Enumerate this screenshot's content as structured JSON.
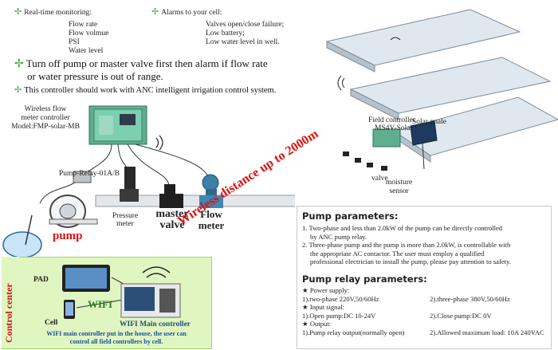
{
  "monitoring": {
    "title": "Real-time monitoring:",
    "items": [
      "Flow rate",
      "Flow volmue",
      "PSI",
      "Water level"
    ]
  },
  "alarms": {
    "title": "Alarms to your cell:",
    "items": [
      "Valves open/close failure;",
      "Low battery;",
      "Low water level in well."
    ]
  },
  "notice": {
    "line1": "Turn off pump or master valve first then alarm if flow rate",
    "line2": "or water pressure is out of range.",
    "line3": "This controller should work with ANC intelligent irrigation control system."
  },
  "meter_controller": {
    "line1": "Wireless flow",
    "line2": "meter controller",
    "line3": "Model:FMP-solar-MB"
  },
  "relay_label": "Pump-Relay-01A/B",
  "components": {
    "pressure": "Pressure",
    "pressure2": "meter",
    "master": "master",
    "master2": "valve",
    "flow": "Flow",
    "flow2": "meter",
    "pump": "pump"
  },
  "field": {
    "title": "Field controller",
    "model": "MS4V-Solar",
    "solar": "Solar pnale",
    "valve": "valve",
    "moisture": "moisture",
    "moisture2": "sensor"
  },
  "diagonal_text": "Wireless distance up to 2000m",
  "params": {
    "heading": "Pump parameters:",
    "p1a": "1. Two-phase and less than 2.0kW of the pump can be directly controlled",
    "p1b": "by ANC pump relay.",
    "p2a": "2. Three-phase pump and the pump is more than 2.0kW, is controllable with",
    "p2b": "the appropriate AC contactor. The user must employ a qualified",
    "p2c": "professional electrician to install the pump, please pay attention to safety.",
    "relay_heading": "Pump relay parameters:",
    "power": "★ Power supply:",
    "power1": "1).two-phase 220V,50/60Hz",
    "power2": "2).three-phase 380V,50/60Hz",
    "input": "★ Input signal:",
    "input1": "1).Open pump:DC 10-24V",
    "input2": "2).Close pump:DC 0V",
    "output": "★ Output:",
    "output1": "1).Pump relay output(normally open)",
    "output2": "2).Allowed maximum load: 10A 240VAC"
  },
  "control_center": {
    "title": "Control center",
    "pad": "PAD",
    "wifi": "WIFI",
    "cell": "Cell",
    "main": "WIFI Main controller",
    "note1": "WIFI main controller put in the house, the user can",
    "note2": "control all field controllers by cell."
  }
}
